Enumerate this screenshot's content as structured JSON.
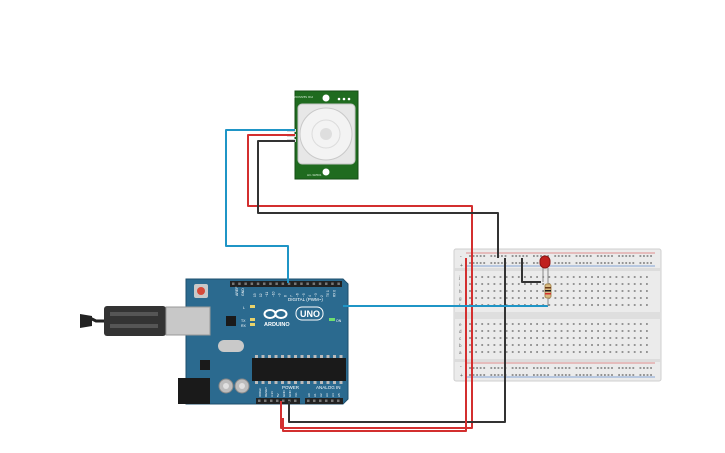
{
  "pir": {
    "label_top": "PIR SENSOR",
    "label_bottom": "HC-SR501"
  },
  "arduino": {
    "logo": "ARDUINO",
    "model": "UNO",
    "header_top": "DIGITAL (PWM~)",
    "pin_aref": "AREF",
    "pin_gnd": "GND",
    "pins_digital": [
      "13",
      "12",
      "~11",
      "~10",
      "~9",
      "8",
      "7",
      "~6",
      "~5",
      "4",
      "~3",
      "2",
      "TX 1",
      "RX 0"
    ],
    "led_l": "L",
    "led_tx": "TX",
    "led_rx": "RX",
    "led_on": "ON",
    "header_power": "POWER",
    "header_analog": "ANALOG IN",
    "pins_power": [
      "IOREF",
      "RESET",
      "3.3V",
      "5V",
      "GND",
      "GND",
      "Vin"
    ],
    "pins_analog": [
      "A0",
      "A1",
      "A2",
      "A3",
      "A4",
      "A5"
    ]
  },
  "breadboard": {
    "rail_minus": "-",
    "rail_plus": "+",
    "rows_top": [
      "j",
      "i",
      "h",
      "g",
      "f"
    ],
    "rows_bottom": [
      "e",
      "d",
      "c",
      "b",
      "a"
    ]
  },
  "colors": {
    "wire_red": "#d32f2f",
    "wire_black": "#333333",
    "wire_blue": "#1f95c6",
    "arduino_board": "#2b6a8f",
    "pir_board": "#1f6b1f",
    "breadboard": "#ebebeb",
    "led": "#c0201e"
  }
}
